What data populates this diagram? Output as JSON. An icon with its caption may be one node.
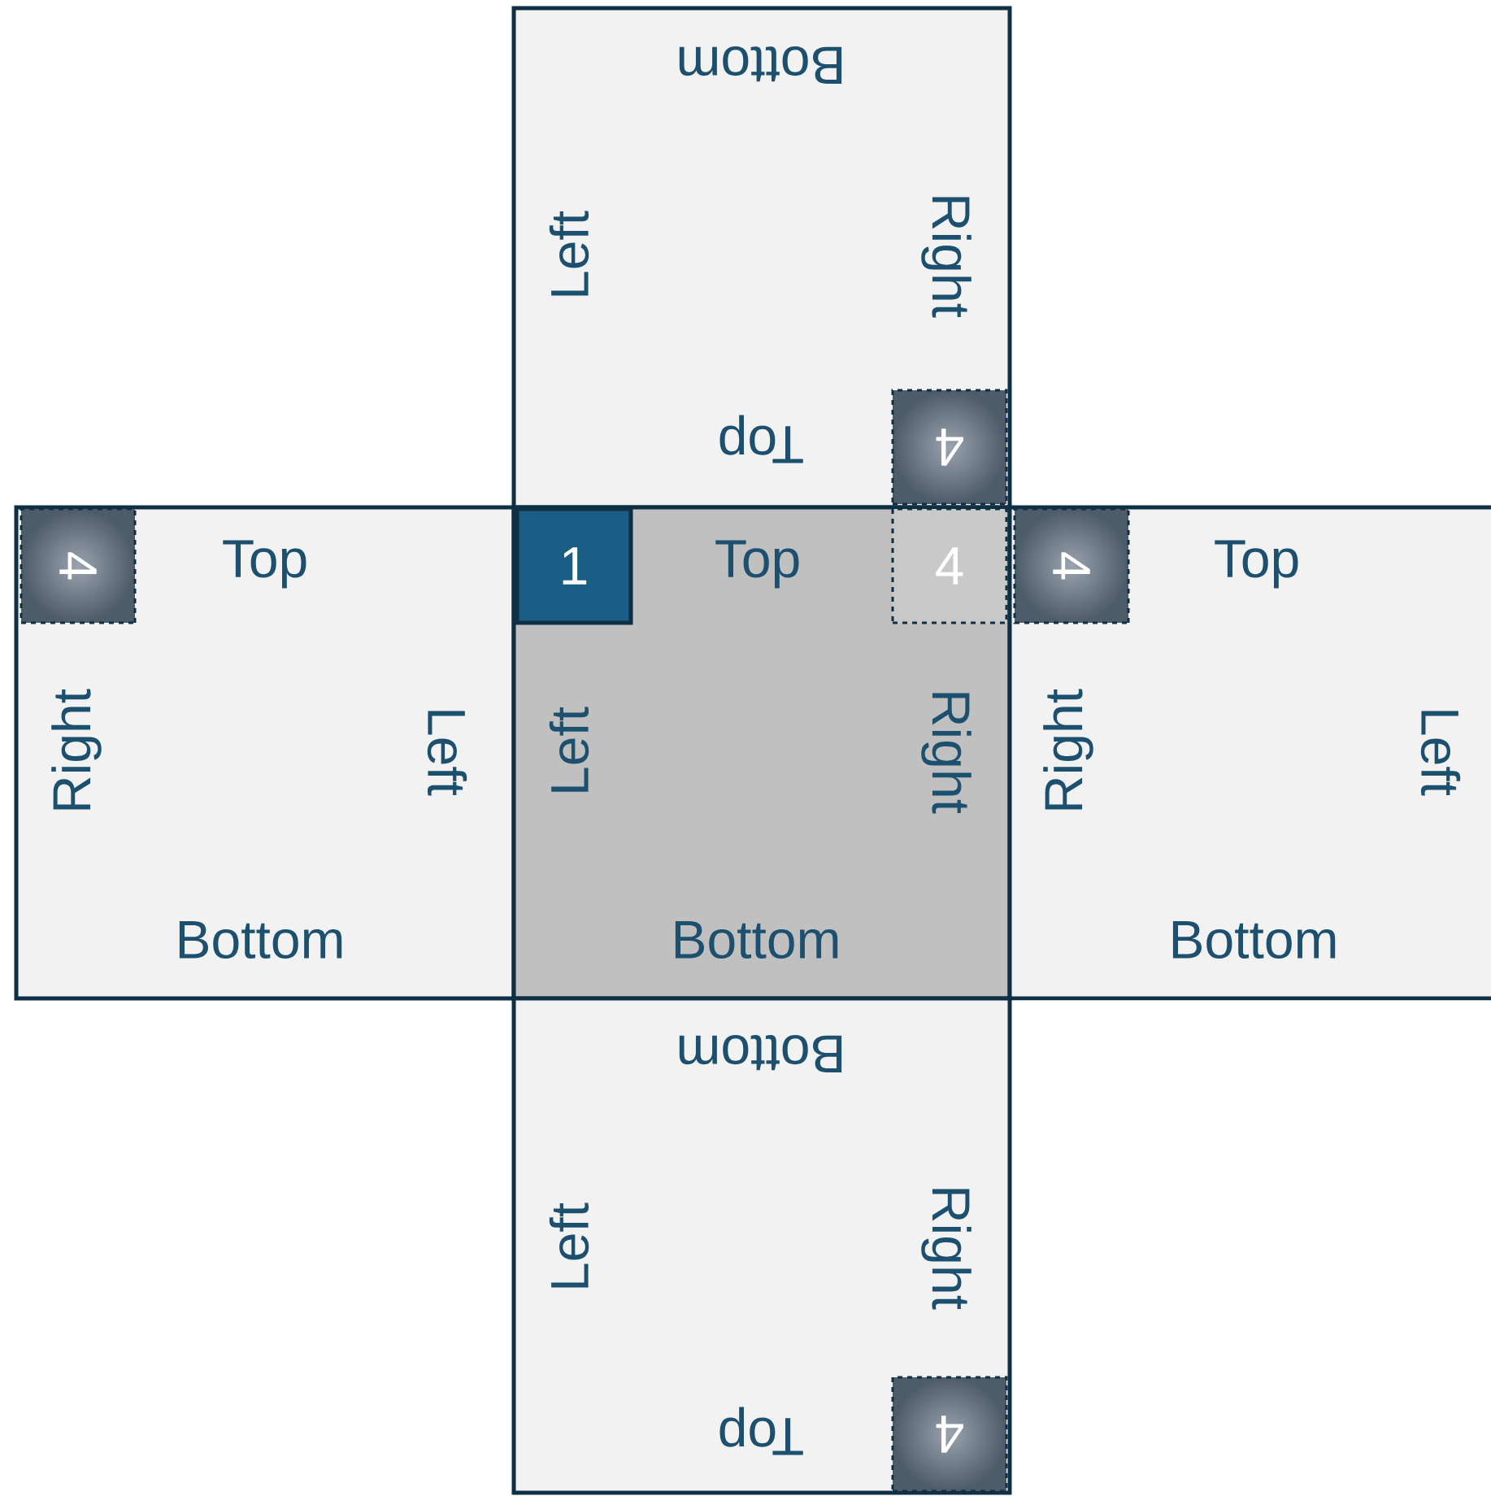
{
  "diagram": {
    "nodes": [
      {
        "text": [
          "Bottom",
          "Left",
          "Right",
          "Top"
        ]
      },
      {
        "text": [
          "4"
        ],
        "in": 0
      },
      {
        "text": [
          "Top",
          "Right",
          "Left",
          "Bottom"
        ]
      },
      {
        "text": [
          "4"
        ],
        "in": 2
      },
      {
        "text": [
          "Top",
          "Left",
          "Right",
          "Bottom"
        ]
      },
      {
        "text": [
          "1"
        ],
        "in": 4
      },
      {
        "text": [
          "4"
        ],
        "in": 4
      },
      {
        "text": [
          "Top",
          "Right",
          "Left",
          "Bottom"
        ]
      },
      {
        "text": [
          "4"
        ],
        "in": 7
      },
      {
        "text": [
          "Bottom",
          "Left",
          "Right",
          "Top"
        ]
      },
      {
        "text": [
          "4"
        ],
        "in": 9
      }
    ]
  }
}
